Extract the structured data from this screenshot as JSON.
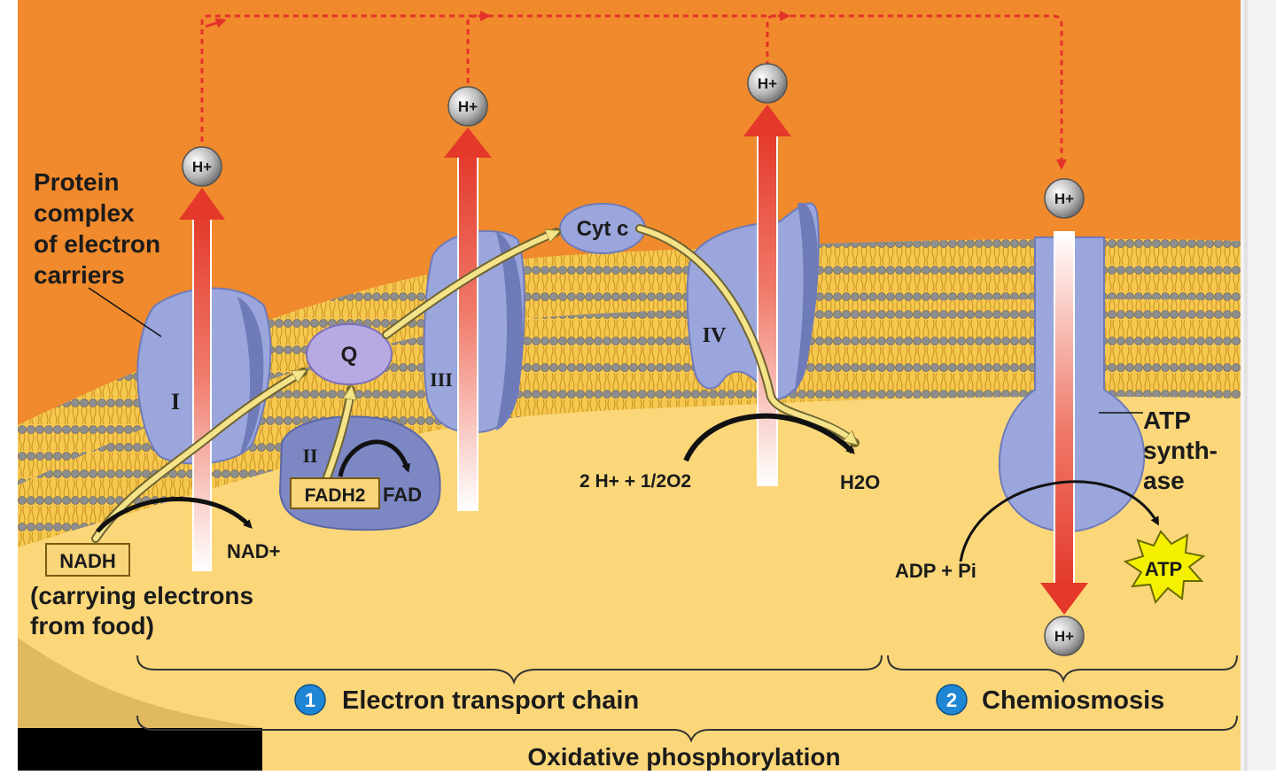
{
  "labels": {
    "protein_complex": [
      "Protein",
      "complex",
      "of electron",
      "carriers"
    ],
    "complex_1": "I",
    "complex_2": "II",
    "complex_3": "III",
    "complex_4": "IV",
    "q": "Q",
    "cyt_c": "Cyt c",
    "nadh": "NADH",
    "nad_plus": "NAD+",
    "nadh_note": [
      "(carrying electrons",
      "from food)"
    ],
    "fadh2": "FADH2",
    "fad": "FAD",
    "oxygen_reaction": "2 H+ + 1/2O2",
    "water": "H2O",
    "proton": "H+",
    "atp_synthase": [
      "ATP",
      "synth-",
      "ase"
    ],
    "adp_pi": "ADP + Pi",
    "atp": "ATP",
    "step1_number": "1",
    "step1_label": "Electron transport chain",
    "step2_number": "2",
    "step2_label": "Chemiosmosis",
    "overall_label": "Oxidative phosphorylation"
  },
  "colors": {
    "intermembrane_space": "#f08a2c",
    "matrix": "#fbd77a",
    "protein": "#9aa6dc",
    "protein_dark": "#6f7bb8",
    "electron_path": "#f5e38a",
    "proton_arrow": "#e43b2c",
    "step_badge": "#1f86d6",
    "atp_star": "#f4f000"
  }
}
